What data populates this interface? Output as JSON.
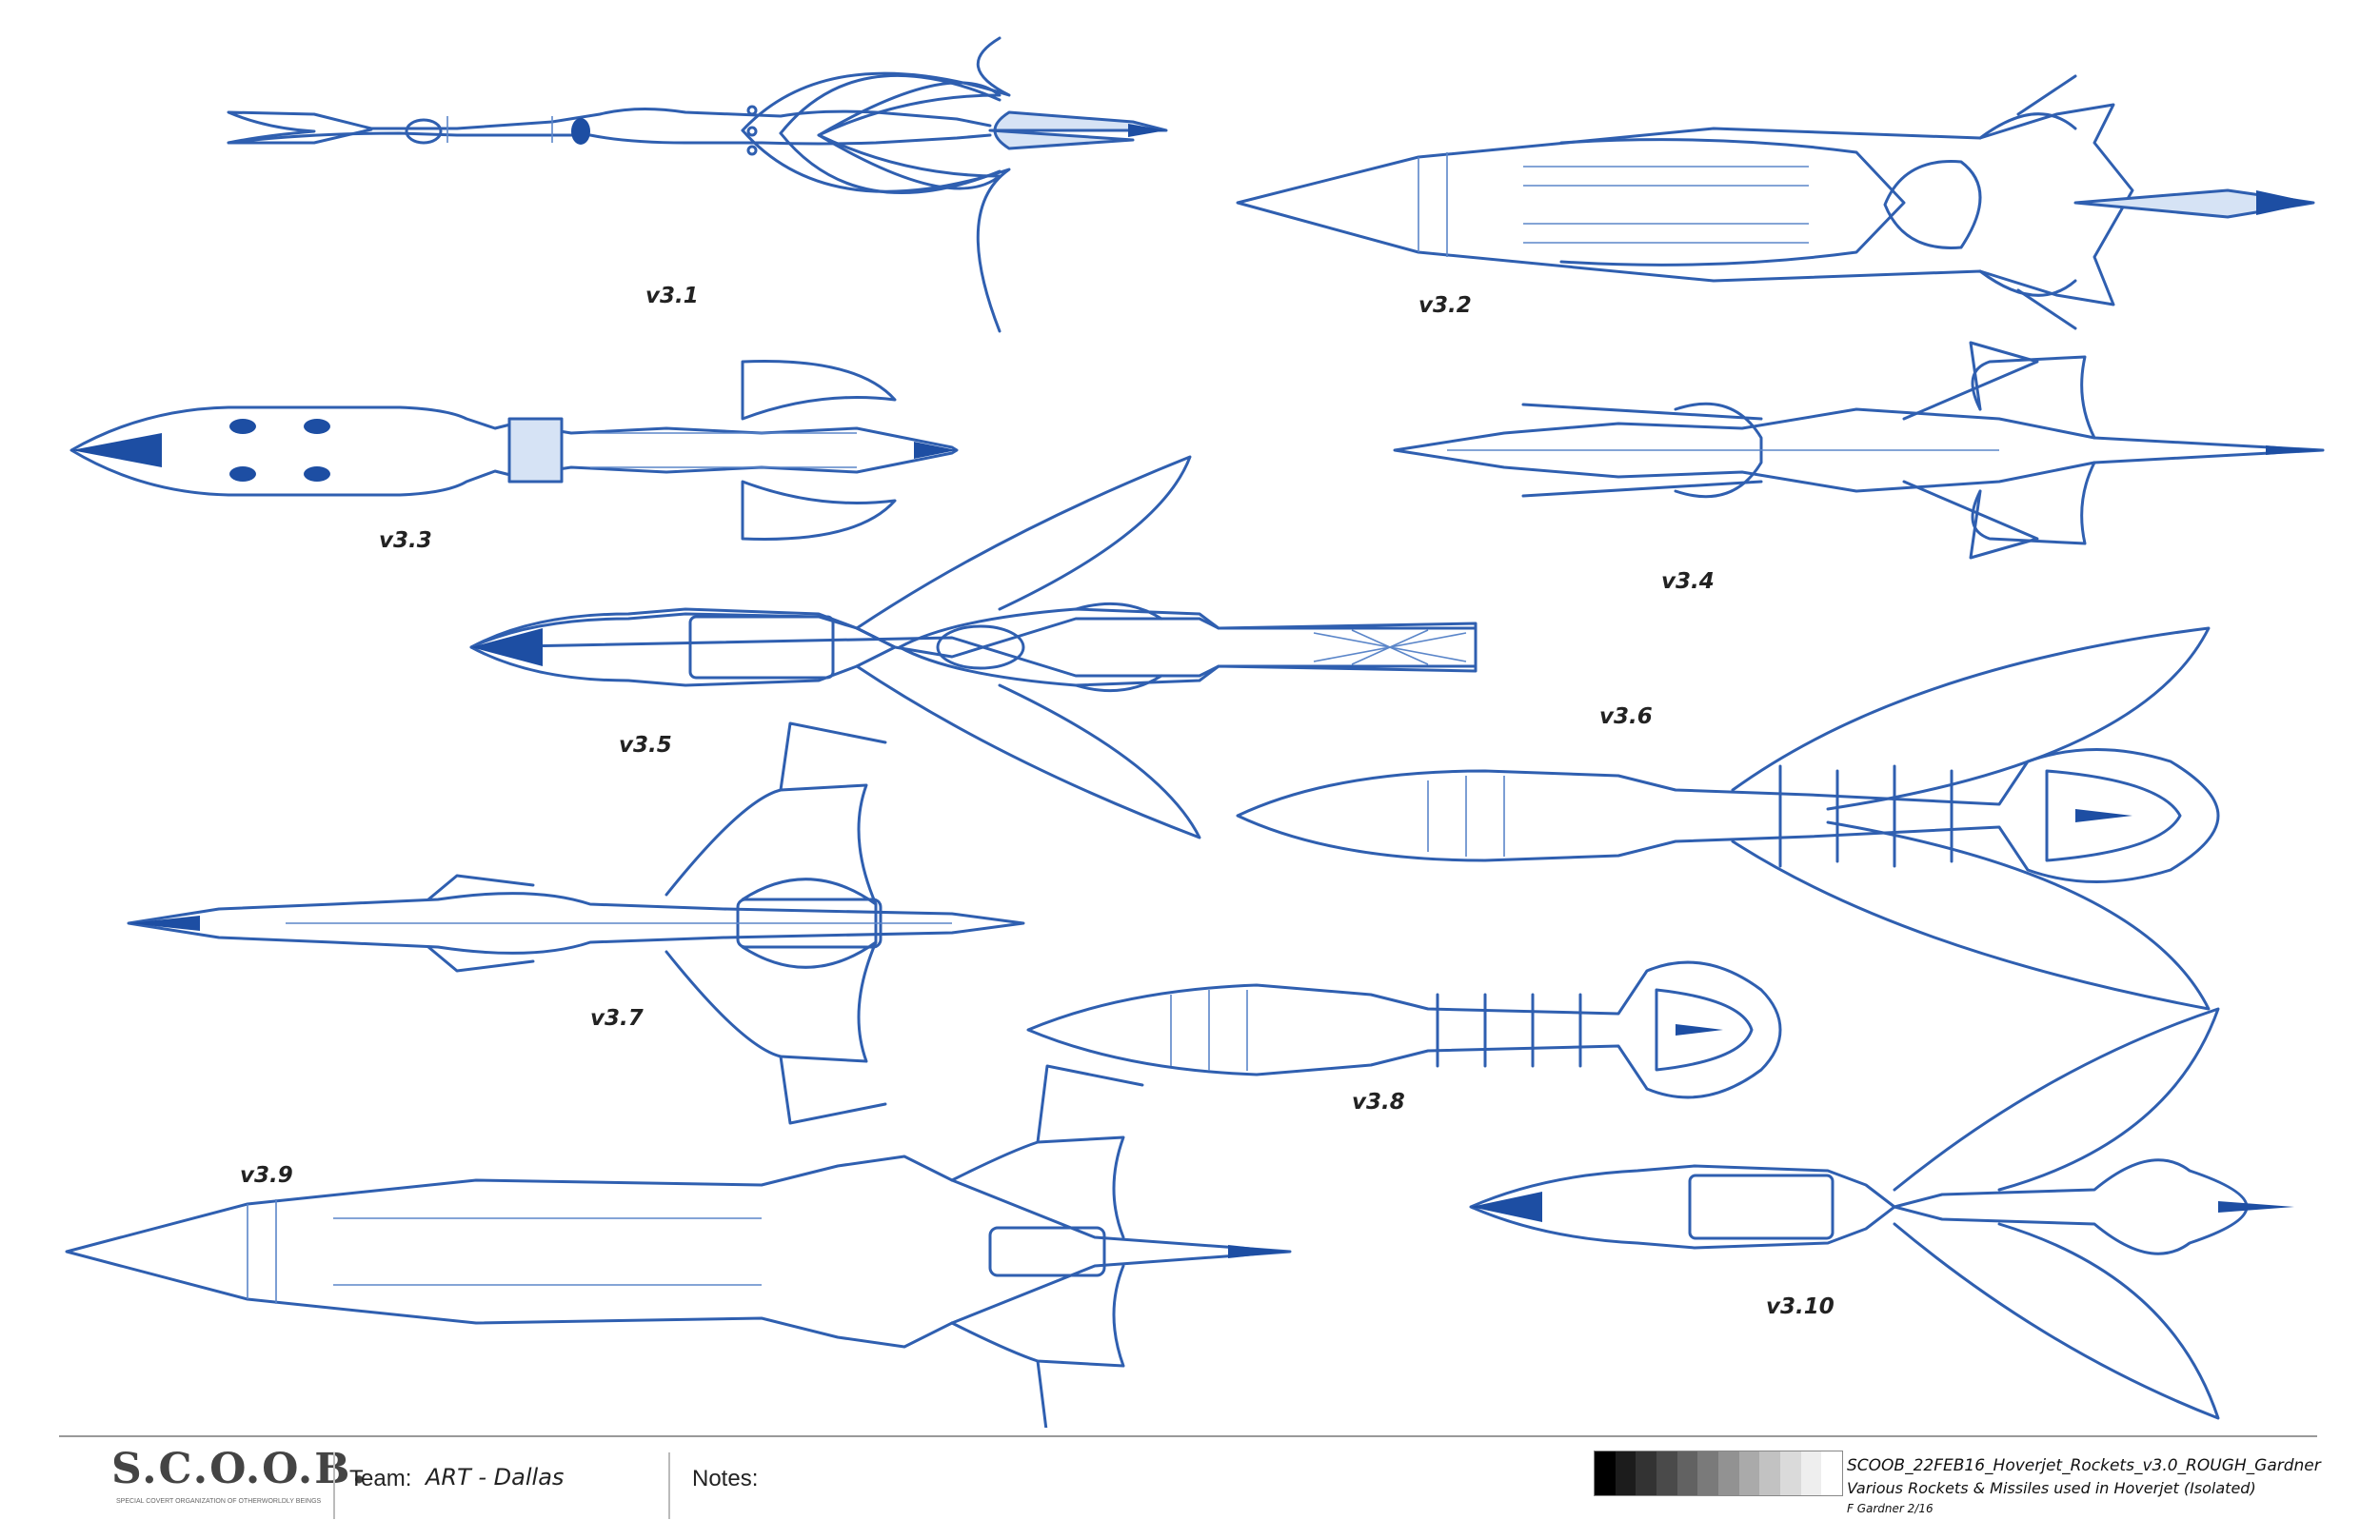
{
  "labels": [
    "v3.1",
    "v3.2",
    "v3.3",
    "v3.4",
    "v3.5",
    "v3.6",
    "v3.7",
    "v3.8",
    "v3.9",
    "v3.10"
  ],
  "footer": {
    "logo": "S.C.O.O.B.",
    "logo_subtitle": "SPECIAL COVERT ORGANIZATION OF OTHERWORLDLY BEINGS",
    "team_label": "Team:",
    "team_value": "ART - Dallas",
    "notes_label": "Notes:",
    "file_name": "SCOOB_22FEB16_Hoverjet_Rockets_v3.0_ROUGH_Gardner",
    "description": "Various Rockets & Missiles used in Hoverjet (Isolated)",
    "artist_date": "F Gardner 2/16"
  },
  "grayscale_steps": [
    "#000000",
    "#1c1c1c",
    "#333333",
    "#4a4a4a",
    "#626262",
    "#7a7a7a",
    "#929292",
    "#aaaaaa",
    "#c2c2c2",
    "#dadada",
    "#eeeeee",
    "#ffffff"
  ],
  "colors": {
    "sketch_blue": "#2f5fb0"
  }
}
